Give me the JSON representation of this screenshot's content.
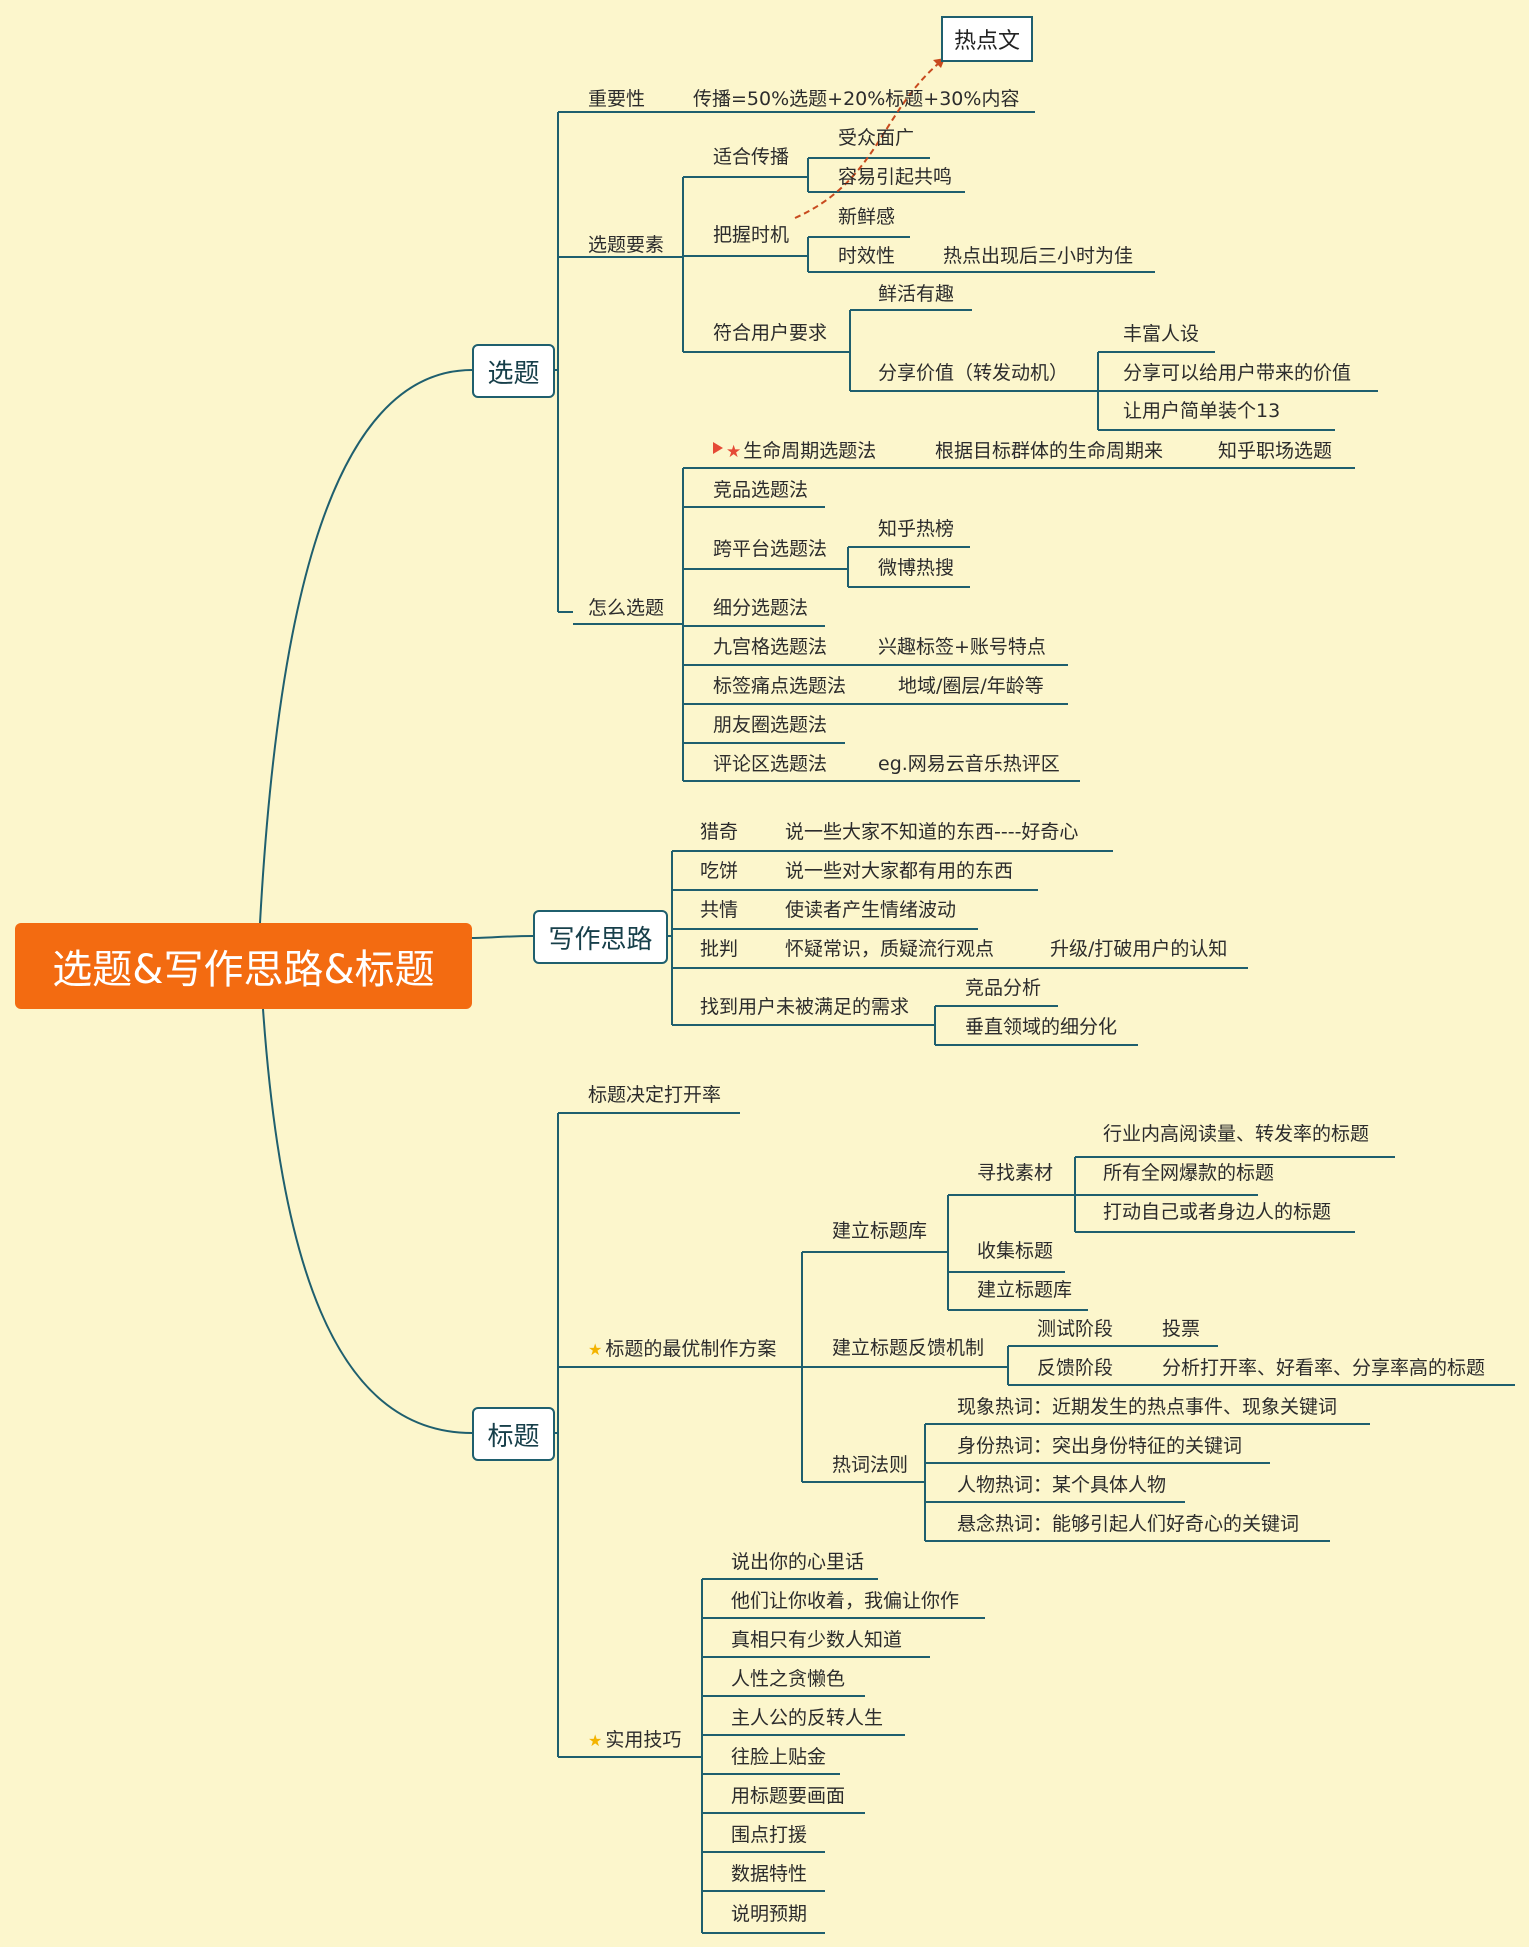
{
  "root": "选题&写作思路&标题",
  "floating": "热点文",
  "xuanti": {
    "label": "选题",
    "importance": "重要性",
    "importance_detail": "传播=50%选题+20%标题+30%内容",
    "elements": "选题要素",
    "spread": "适合传播",
    "audience": "受众面广",
    "resonance": "容易引起共鸣",
    "timing": "把握时机",
    "fresh": "新鲜感",
    "timely": "时效性",
    "timely_detail": "热点出现后三小时为佳",
    "user_req": "符合用户要求",
    "lively": "鲜活有趣",
    "share_value": "分享价值（转发动机）",
    "persona": "丰富人设",
    "value": "分享可以给用户带来的价值",
    "pretend": "让用户简单装个13",
    "how": "怎么选题",
    "lifecycle": "生命周期选题法",
    "lifecycle_d1": "根据目标群体的生命周期来",
    "lifecycle_d2": "知乎职场选题",
    "competitor": "竞品选题法",
    "crossplatform": "跨平台选题法",
    "zhihu": "知乎热榜",
    "weibo": "微博热搜",
    "segment": "细分选题法",
    "grid": "九宫格选题法",
    "grid_d": "兴趣标签+账号特点",
    "tag": "标签痛点选题法",
    "tag_d": "地域/圈层/年龄等",
    "moments": "朋友圈选题法",
    "comment": "评论区选题法",
    "comment_d": "eg.网易云音乐热评区"
  },
  "writing": {
    "label": "写作思路",
    "c1": "猎奇",
    "c1d": "说一些大家不知道的东西----好奇心",
    "c2": "吃饼",
    "c2d": "说一些对大家都有用的东西",
    "c3": "共情",
    "c3d": "使读者产生情绪波动",
    "c4": "批判",
    "c4d1": "怀疑常识，质疑流行观点",
    "c4d2": "升级/打破用户的认知",
    "c5": "找到用户未被满足的需求",
    "c5d1": "竞品分析",
    "c5d2": "垂直领域的细分化"
  },
  "title": {
    "label": "标题",
    "rate": "标题决定打开率",
    "best": "标题的最优制作方案",
    "lib": "建立标题库",
    "find": "寻找素材",
    "f1": "行业内高阅读量、转发率的标题",
    "f2": "所有全网爆款的标题",
    "f3": "打动自己或者身边人的标题",
    "collect": "收集标题",
    "build": "建立标题库",
    "feedback": "建立标题反馈机制",
    "test": "测试阶段",
    "test_d": "投票",
    "fb": "反馈阶段",
    "fb_d": "分析打开率、好看率、分享率高的标题",
    "hot": "热词法则",
    "h1": "现象热词：近期发生的热点事件、现象关键词",
    "h2": "身份热词：突出身份特征的关键词",
    "h3": "人物热词：某个具体人物",
    "h4": "悬念热词：能够引起人们好奇心的关键词",
    "tips": "实用技巧",
    "tip1": "说出你的心里话",
    "tip2": "他们让你收着，我偏让你作",
    "tip3": "真相只有少数人知道",
    "tip4": "人性之贪懒色",
    "tip5": "主人公的反转人生",
    "tip6": "往脸上贴金",
    "tip7": "用标题要画面",
    "tip8": "围点打援",
    "tip9": "数据特性",
    "tip10": "说明预期"
  },
  "colors": {
    "line": "#1f5f6e",
    "root": "#f36b11",
    "bg": "#fcf6cc",
    "arrow": "#c84a1e",
    "star": "#f3b300"
  }
}
